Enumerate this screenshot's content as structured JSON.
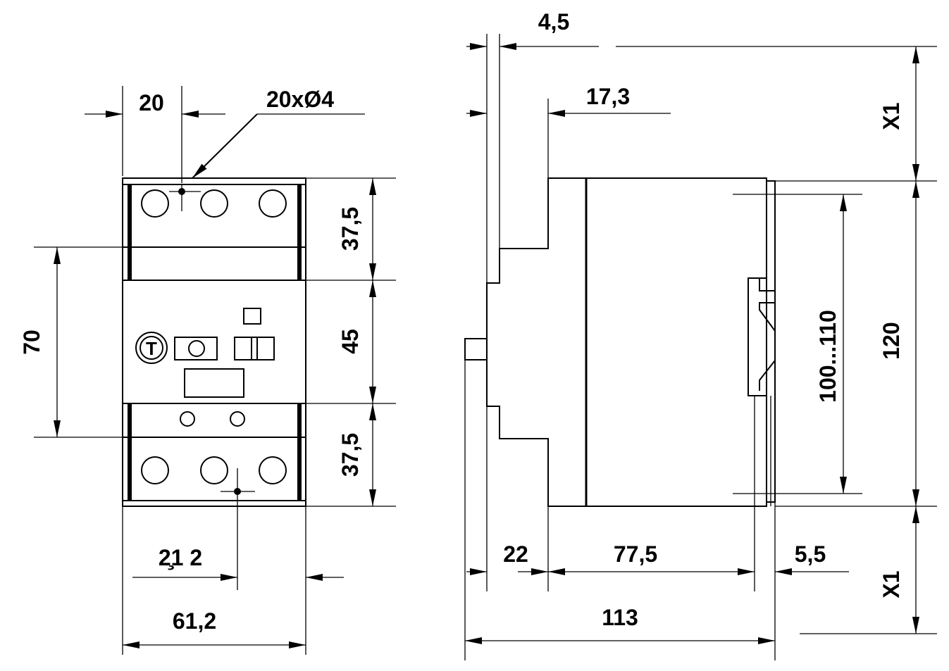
{
  "front_view": {
    "dim_pitch": "20",
    "dim_holes": "20xØ4",
    "dim_top_block": "37,5",
    "dim_middle_block": "45",
    "dim_bottom_block": "37,5",
    "dim_mount_pitch": "70",
    "dim_offset": "2̧1 2",
    "dim_width": "61,2",
    "symbol_letter": "T"
  },
  "side_view": {
    "dim_flange": "4,5",
    "dim_step": "17,3",
    "dim_clearance_top": "X1",
    "dim_height": "120",
    "dim_rail": "100...110",
    "dim_front": "22",
    "dim_body": "77,5",
    "dim_back": "5,5",
    "dim_depth": "113",
    "dim_clearance_bottom": "X1"
  }
}
